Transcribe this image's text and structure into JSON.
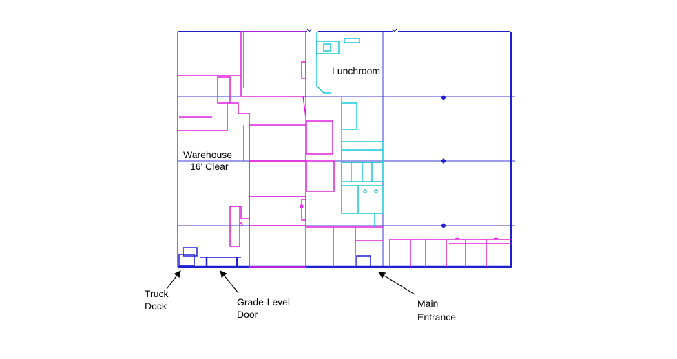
{
  "labels": {
    "lunchroom": "Lunchroom",
    "warehouse_line1": "Warehouse",
    "warehouse_line2": "16' Clear",
    "truck_dock_line1": "Truck",
    "truck_dock_line2": "Dock",
    "grade_door_line1": "Grade-Level",
    "grade_door_line2": "Door",
    "main_entrance_line1": "Main",
    "main_entrance_line2": "Entrance"
  },
  "colors": {
    "exterior_wall": "#1f1fcf",
    "grid_line": "#3a3ad6",
    "partition_magenta": "#e020e0",
    "partition_cyan": "#18c8d8",
    "arrow": "#000000"
  }
}
